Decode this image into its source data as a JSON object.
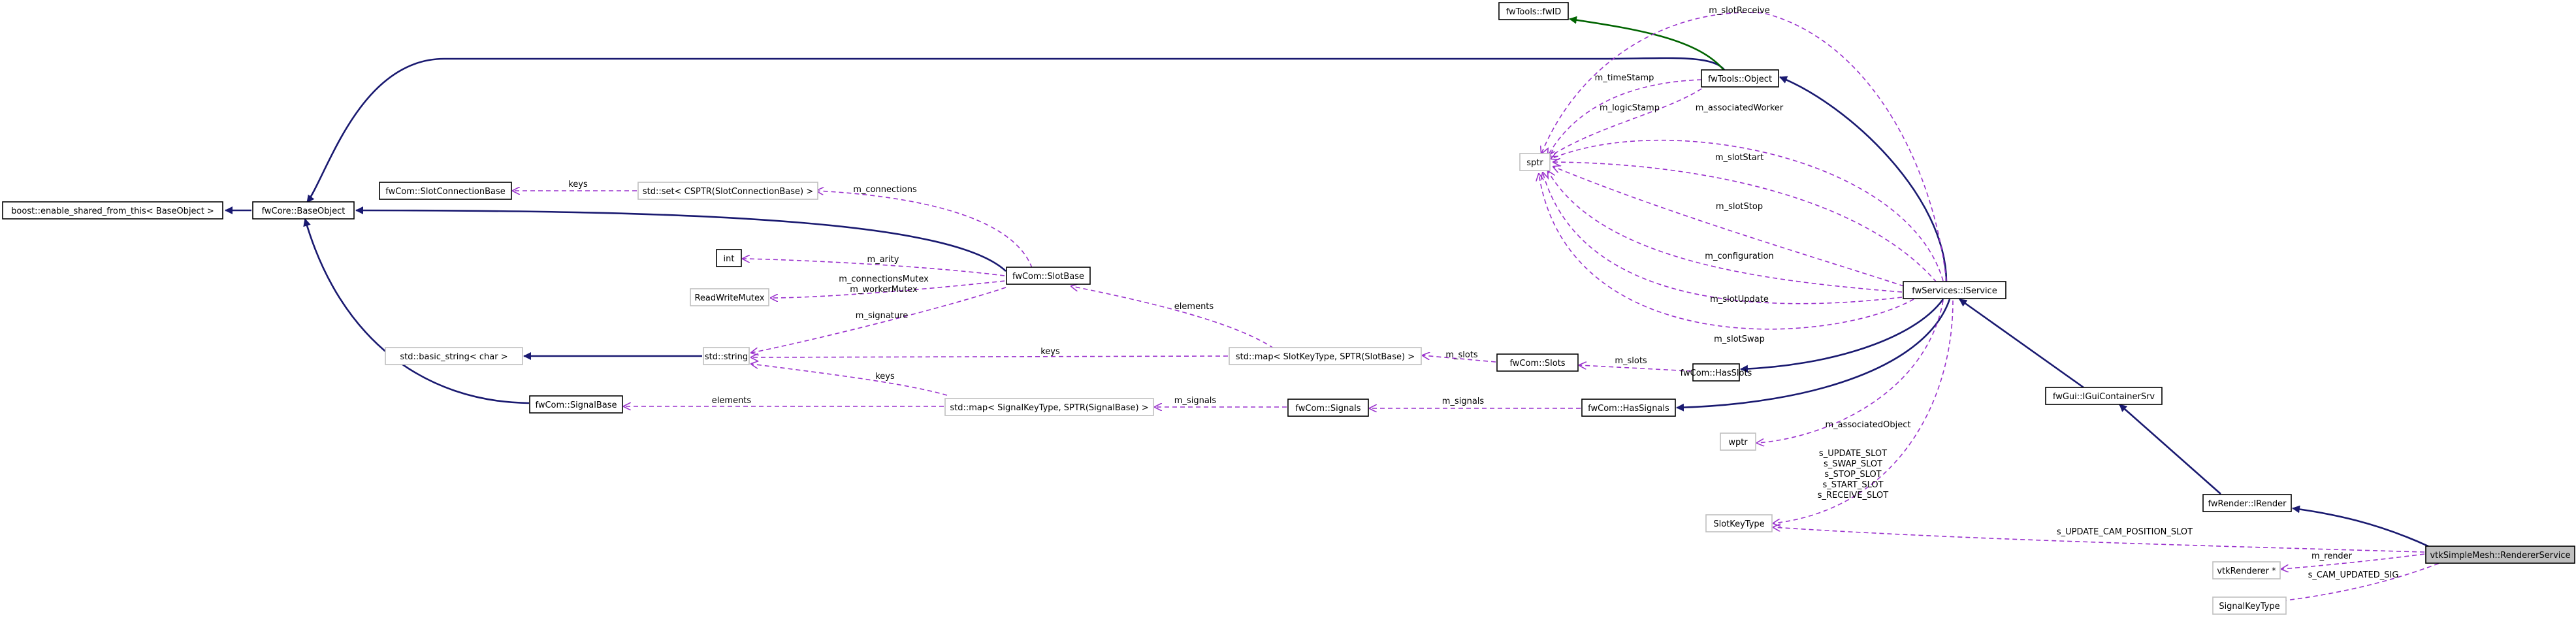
{
  "nodes": {
    "enable_shared": "boost::enable_shared_from_this< BaseObject >",
    "base_object": "fwCore::BaseObject",
    "slot_connection_base": "fwCom::SlotConnectionBase",
    "set_cs": "std::set< CSPTR(SlotConnectionBase) >",
    "int": "int",
    "readwrite_mutex": "ReadWriteMutex",
    "basic_string": "std::basic_string< char >",
    "std_string": "std::string",
    "signal_base": "fwCom::SignalBase",
    "slot_base": "fwCom::SlotBase",
    "map_slot": "std::map< SlotKeyType, SPTR(SlotBase) >",
    "map_signal": "std::map< SignalKeyType, SPTR(SignalBase) >",
    "slots": "fwCom::Slots",
    "signals": "fwCom::Signals",
    "has_slots": "fwCom::HasSlots",
    "has_signals": "fwCom::HasSignals",
    "fwid": "fwTools::fwID",
    "object": "fwTools::Object",
    "sptr": "sptr",
    "iservice": "fwServices::IService",
    "wptr": "wptr",
    "slot_key_type": "SlotKeyType",
    "gui_container": "fwGui::IGuiContainerSrv",
    "irender": "fwRender::IRender",
    "renderer_service": "vtkSimpleMesh::RendererService",
    "vtk_renderer": "vtkRenderer *",
    "signal_key_type": "SignalKeyType"
  },
  "edge_labels": {
    "keys_slotconn": "keys",
    "m_connections": "m_connections",
    "m_arity": "m_arity",
    "m_mutex_1": "m_connectionsMutex",
    "m_mutex_2": "m_workerMutex",
    "m_signature": "m_signature",
    "elements_slot": "elements",
    "keys_string_slot": "keys",
    "keys_string_signal": "keys",
    "elements_signal": "elements",
    "m_slots_map": "m_slots",
    "m_slots_has": "m_slots",
    "m_signals_map": "m_signals",
    "m_signals_has": "m_signals",
    "m_slotReceive": "m_slotReceive",
    "m_timeStamp": "m_timeStamp",
    "m_logicStamp": "m_logicStamp",
    "m_associatedWorker": "m_associatedWorker",
    "m_slotStart": "m_slotStart",
    "m_slotStop": "m_slotStop",
    "m_configuration": "m_configuration",
    "m_slotUpdate": "m_slotUpdate",
    "m_slotSwap": "m_slotSwap",
    "m_associatedObject": "m_associatedObject",
    "s_update_slot": "s_UPDATE_SLOT",
    "s_swap_slot": "s_SWAP_SLOT",
    "s_stop_slot": "s_STOP_SLOT",
    "s_start_slot": "s_START_SLOT",
    "s_receive_slot": "s_RECEIVE_SLOT",
    "s_update_cam": "s_UPDATE_CAM_POSITION_SLOT",
    "m_render": "m_render",
    "s_cam_updated": "s_CAM_UPDATED_SIG"
  }
}
